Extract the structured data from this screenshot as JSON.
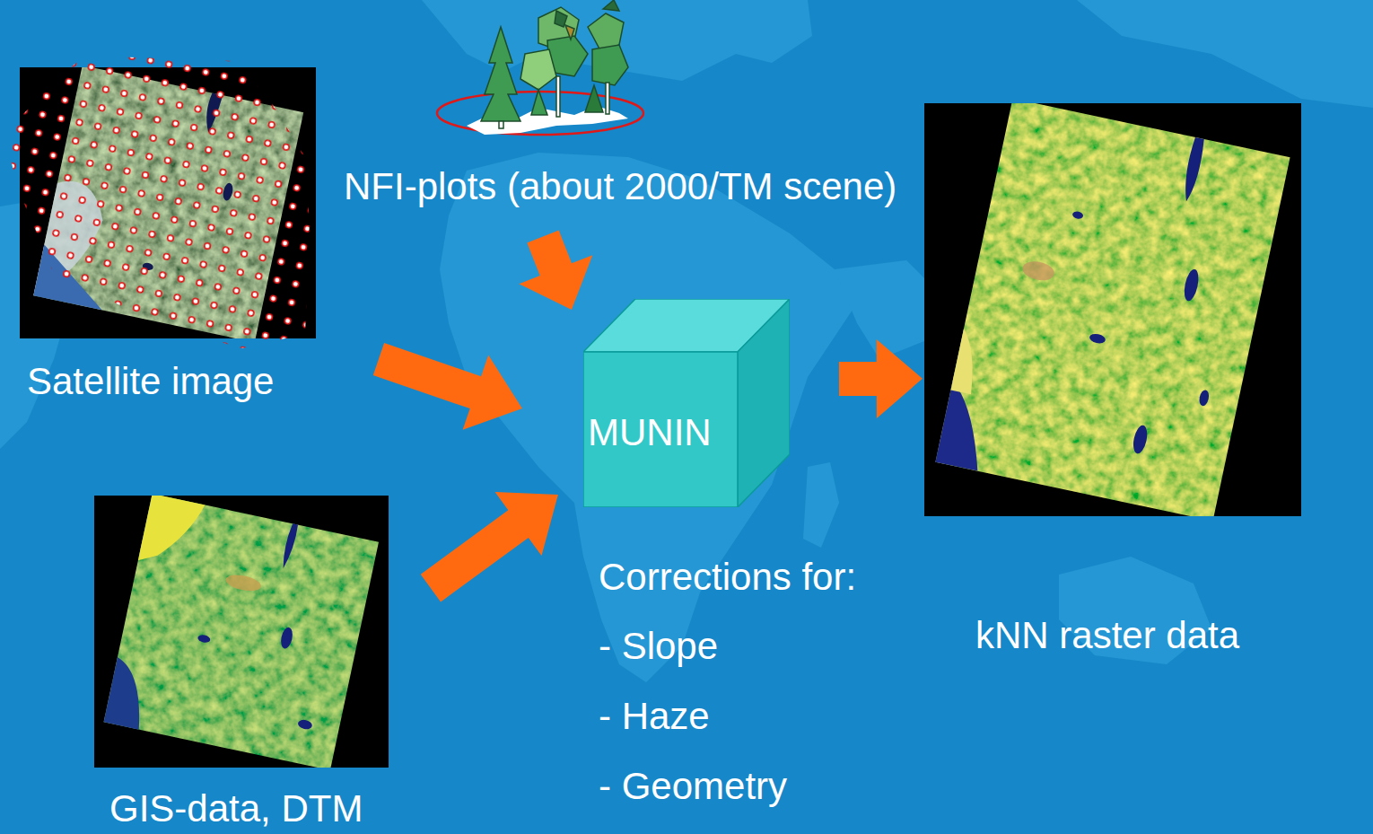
{
  "diagram": {
    "nodes": [
      {
        "text": [
          "Satellite image"
        ]
      },
      {
        "text": [
          "NFI-plots (about 2000/TM scene)"
        ]
      },
      {
        "text": [
          "MUNIN"
        ]
      },
      {
        "text": [
          "kNN raster data"
        ]
      },
      {
        "text": [
          "GIS-data, DTM"
        ]
      }
    ],
    "edges": [
      {
        "from": 0,
        "to": 2,
        "arrow": "to"
      },
      {
        "from": 1,
        "to": 2,
        "arrow": "to"
      },
      {
        "from": 4,
        "to": 2,
        "arrow": "to"
      },
      {
        "from": 2,
        "to": 3,
        "arrow": "to"
      }
    ],
    "labels": [
      "Corrections for:",
      "- Slope",
      "- Haze",
      "- Geometry"
    ]
  }
}
